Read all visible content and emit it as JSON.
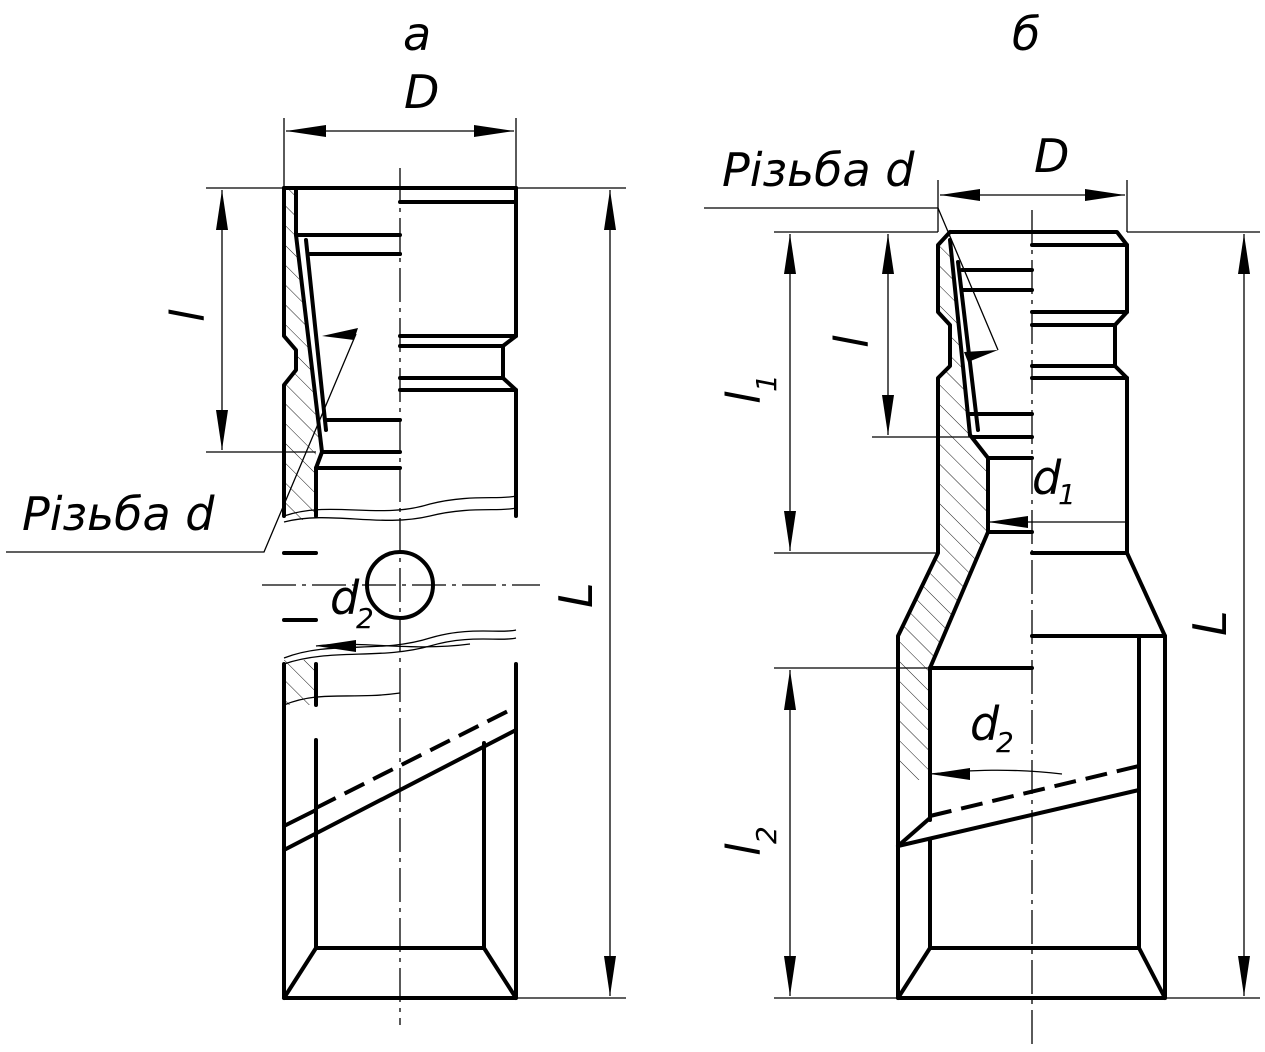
{
  "views": {
    "a": {
      "caption": "a",
      "dim_D": "D",
      "dim_l": "l",
      "dim_L": "L",
      "thread_label": "Різьба d",
      "d2": {
        "main": "d",
        "sub": "2"
      }
    },
    "b": {
      "caption": "б",
      "dim_D": "D",
      "dim_l": "l",
      "dim_L": "L",
      "thread_label": "Різьба d",
      "l1": {
        "main": "l",
        "sub": "1"
      },
      "l2": {
        "main": "l",
        "sub": "2"
      },
      "d1": {
        "main": "d",
        "sub": "1"
      },
      "d2": {
        "main": "d",
        "sub": "2"
      }
    }
  },
  "colors": {
    "ink": "#000000",
    "paper": "#ffffff"
  }
}
